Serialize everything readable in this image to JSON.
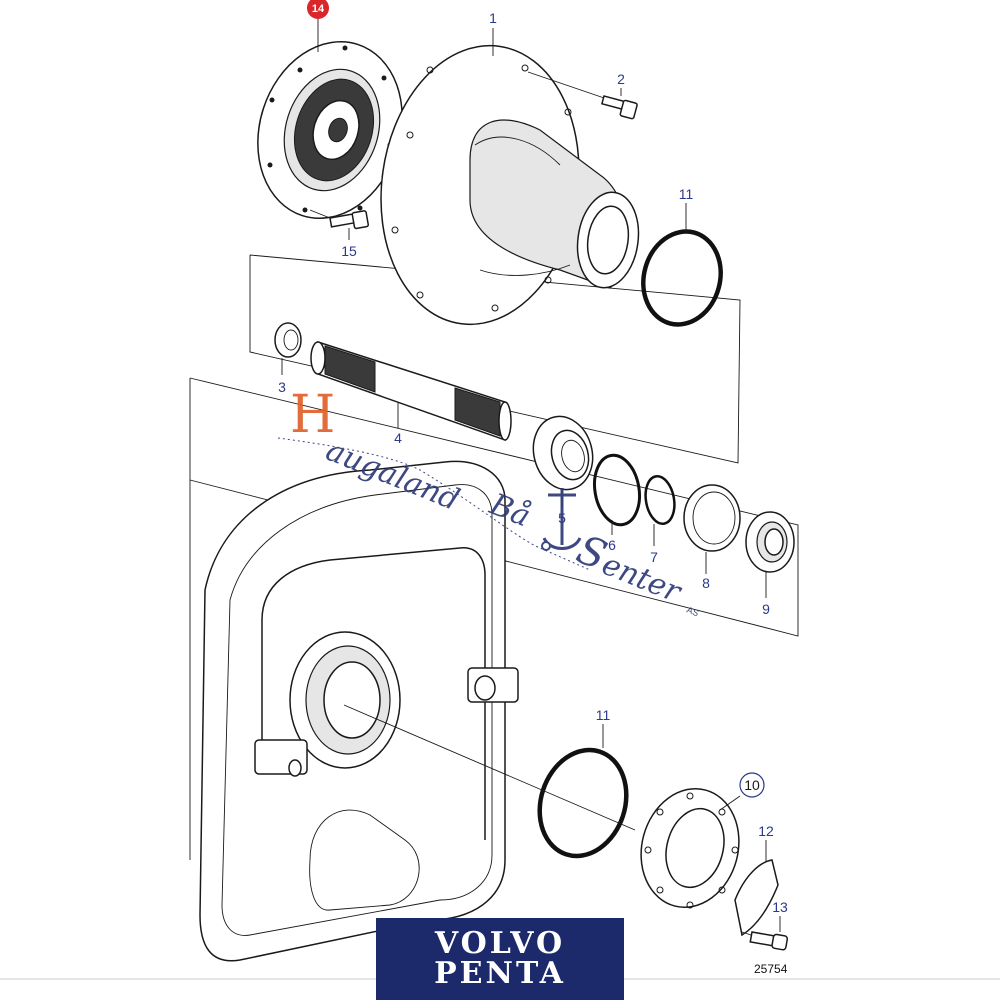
{
  "diagram": {
    "callouts": [
      {
        "id": "c1",
        "label": "1",
        "circled": false,
        "color": "#2a3a8c"
      },
      {
        "id": "c2",
        "label": "2",
        "circled": false,
        "color": "#2a3a8c"
      },
      {
        "id": "c3",
        "label": "3",
        "circled": false,
        "color": "#2a3a8c"
      },
      {
        "id": "c4",
        "label": "4",
        "circled": false,
        "color": "#2a3a8c"
      },
      {
        "id": "c5",
        "label": "5",
        "circled": false,
        "color": "#2a3a8c"
      },
      {
        "id": "c6",
        "label": "6",
        "circled": false,
        "color": "#2a3a8c"
      },
      {
        "id": "c7",
        "label": "7",
        "circled": false,
        "color": "#2a3a8c"
      },
      {
        "id": "c8",
        "label": "8",
        "circled": false,
        "color": "#2a3a8c"
      },
      {
        "id": "c9",
        "label": "9",
        "circled": false,
        "color": "#2a3a8c"
      },
      {
        "id": "c10",
        "label": "10",
        "circled": true,
        "color": "#2a3a8c"
      },
      {
        "id": "c11a",
        "label": "11",
        "circled": false,
        "color": "#2a3a8c"
      },
      {
        "id": "c11b",
        "label": "11",
        "circled": false,
        "color": "#2a3a8c"
      },
      {
        "id": "c12",
        "label": "12",
        "circled": false,
        "color": "#2a3a8c"
      },
      {
        "id": "c13",
        "label": "13",
        "circled": false,
        "color": "#2a3a8c"
      },
      {
        "id": "c14",
        "label": "14",
        "circled": true,
        "color": "#d9262b"
      },
      {
        "id": "c15",
        "label": "15",
        "circled": false,
        "color": "#2a3a8c"
      }
    ],
    "drawing_number": "25754"
  },
  "watermark": {
    "initial_h": "H",
    "word1": "augaland",
    "word2": "Bå",
    "initial_s": "S",
    "word3": "enter",
    "suffix": "AS",
    "colors": {
      "accent": "#e0602a",
      "primary": "#2e3a78"
    }
  },
  "logo": {
    "line1": "VOLVO",
    "line2": "PENTA",
    "background": "#1c2a6b"
  }
}
